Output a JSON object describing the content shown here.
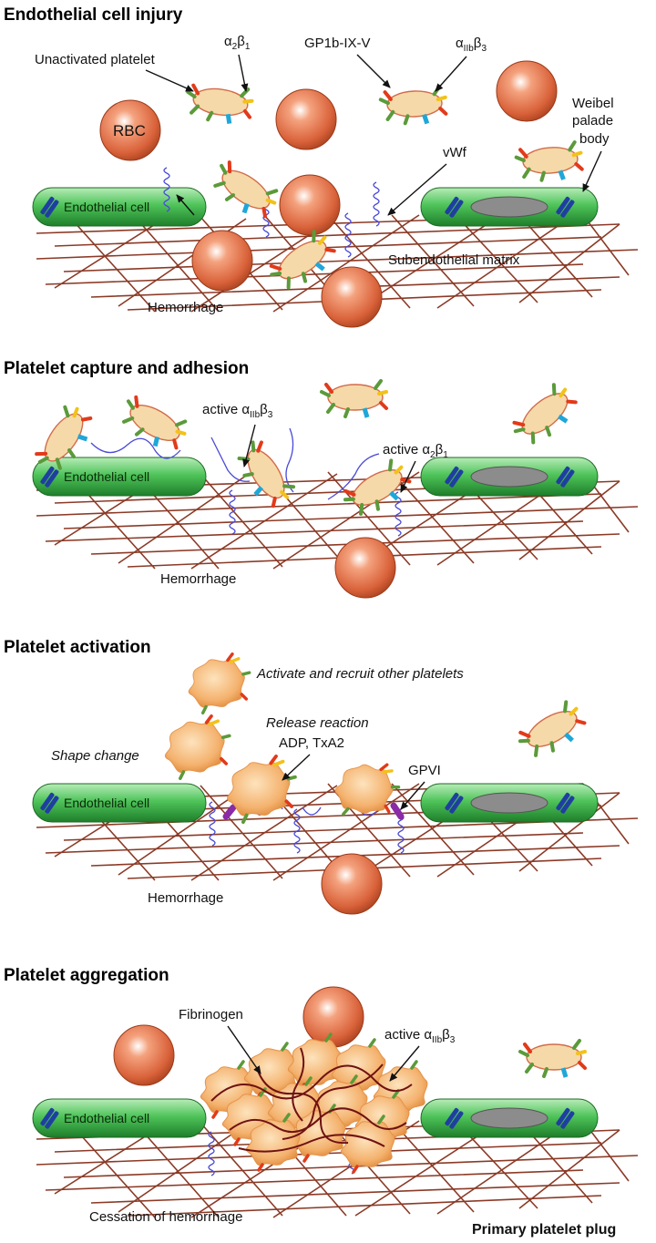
{
  "panels": {
    "injury": {
      "title": "Endothelial cell injury",
      "unactivated_platelet": "Unactivated platelet",
      "rbc": "RBC",
      "gp1b": "GP1b-IX-V",
      "vwf": "vWf",
      "weibel_1": "Weibel",
      "weibel_2": "palade",
      "weibel_3": "body",
      "endothelial_cell": "Endothelial cell",
      "matrix": "Subendothelial matrix",
      "hemorrhage": "Hemorrhage"
    },
    "capture": {
      "title": "Platelet capture and adhesion",
      "active_prefix": "active",
      "endothelial_cell": "Endothelial cell",
      "hemorrhage": "Hemorrhage"
    },
    "activation": {
      "title": "Platelet activation",
      "recruit": "Activate and recruit other platelets",
      "release": "Release reaction",
      "adp": "ADP, TxA2",
      "shape_change": "Shape change",
      "gpvi": "GPVI",
      "endothelial_cell": "Endothelial cell",
      "hemorrhage": "Hemorrhage"
    },
    "aggregation": {
      "title": "Platelet aggregation",
      "fibrinogen": "Fibrinogen",
      "active_prefix": "active",
      "endothelial_cell": "Endothelial cell",
      "cessation": "Cessation of hemorrhage",
      "plug": "Primary platelet plug"
    }
  },
  "symbols": {
    "alpha": "α",
    "beta": "β",
    "sub_2": "2",
    "sub_1": "1",
    "sub_IIb": "IIb",
    "sub_3": "3"
  },
  "colors": {
    "rbc": "#d9623a",
    "platelet": "#f6d9a8",
    "endothelial": "#3fae4a",
    "nucleus": "#1f3fa0",
    "matrix": "#8b3a26",
    "vwf": "#4a4ad8",
    "gp1b": "#1fa7d8",
    "fibrinogen": "#6e1212"
  }
}
